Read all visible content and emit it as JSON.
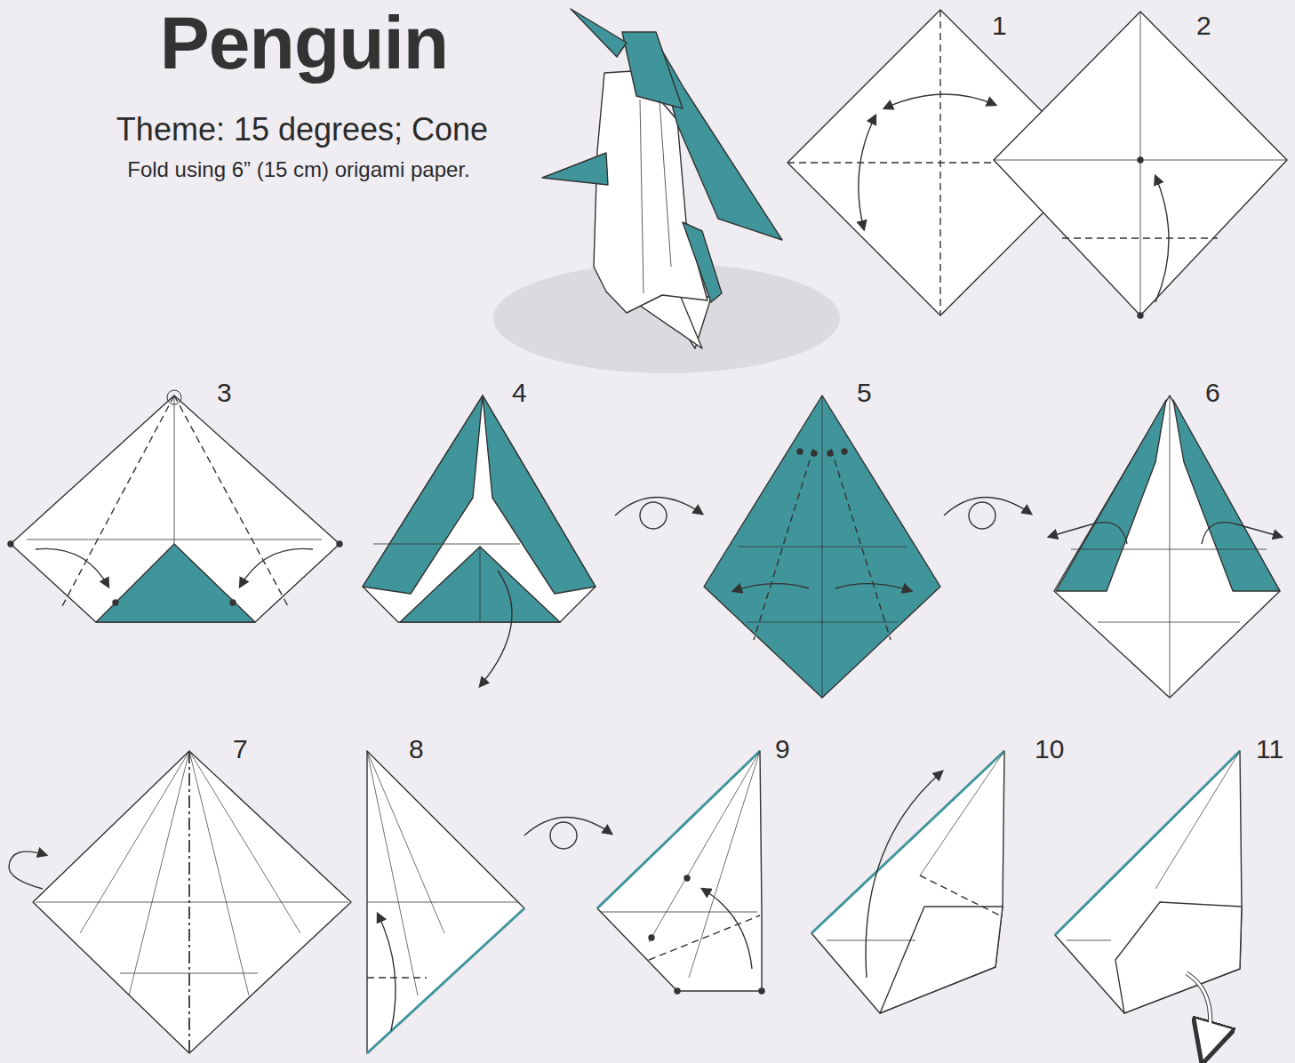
{
  "diagram": {
    "title": "Penguin",
    "labels": [
      "Theme: 15 degrees; Cone",
      "Fold using 6” (15 cm) origami paper.",
      "1",
      "2",
      "3",
      "4",
      "5",
      "6",
      "7",
      "8",
      "9",
      "10",
      "11"
    ]
  }
}
